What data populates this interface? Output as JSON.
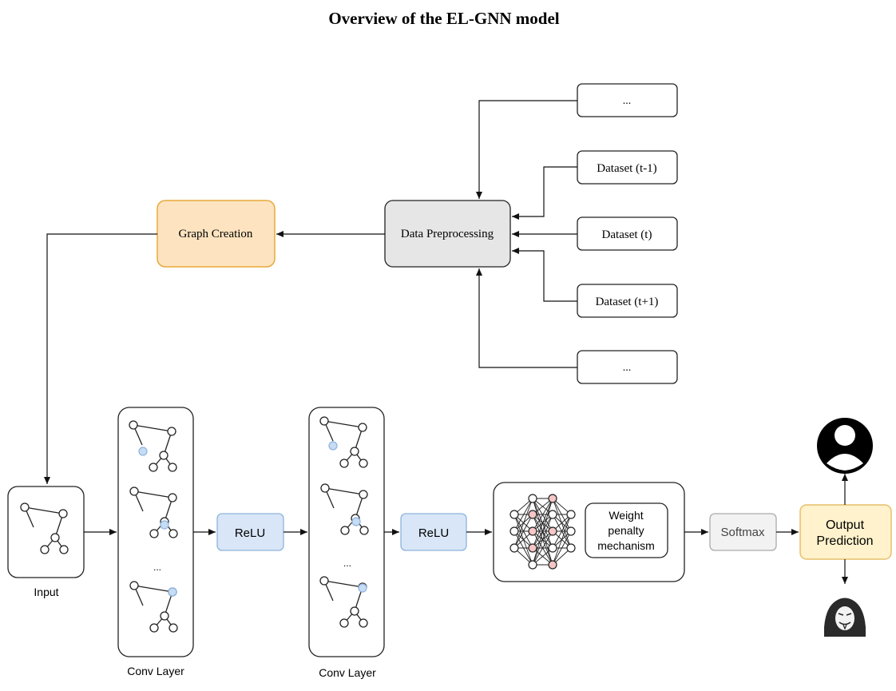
{
  "title": "Overview of the EL-GNN model",
  "colors": {
    "graph_creation_fill": "#fde3bf",
    "graph_creation_stroke": "#e8a93a",
    "preprocessing_fill": "#e6e6e6",
    "relu_fill": "#d8e6f7",
    "relu_stroke": "#8eb3dd",
    "softmax_fill": "#f2f2f2",
    "output_fill": "#fff2cc",
    "output_stroke": "#e6c06a",
    "highlight_blue": "#c6dcf4",
    "highlight_red": "#f4c6c6"
  },
  "datasets": {
    "top_ellipsis": "...",
    "prev": "Dataset (t-1)",
    "current": "Dataset (t)",
    "next": "Dataset (t+1)",
    "bottom_ellipsis": "..."
  },
  "nodes": {
    "preprocessing": "Data Preprocessing",
    "graph_creation": "Graph Creation",
    "input_label": "Input",
    "conv_label_1": "Conv Layer",
    "conv_label_2": "Conv Layer",
    "conv_ellipsis_1": "...",
    "conv_ellipsis_2": "...",
    "relu_1": "ReLU",
    "relu_2": "ReLU",
    "penalty_line1": "Weight",
    "penalty_line2": "penalty",
    "penalty_line3": "mechanism",
    "softmax": "Softmax",
    "output_line1": "Output",
    "output_line2": "Prediction"
  },
  "icons": {
    "top": "user-icon",
    "bottom": "hacker-icon"
  }
}
